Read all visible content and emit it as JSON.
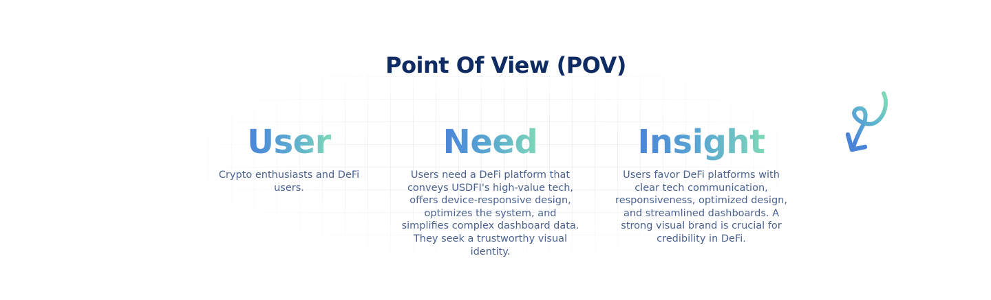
{
  "title": "Point Of View (POV)",
  "columns": [
    {
      "heading": "User",
      "text": "Crypto enthusiasts and DeFi users."
    },
    {
      "heading": "Need",
      "text": "Users need a DeFi platform that conveys USDFI's high-value tech, offers device-responsive design, optimizes the system, and simplifies complex dashboard data. They seek a trustworthy visual identity."
    },
    {
      "heading": "Insight",
      "text": "Users favor DeFi platforms with clear tech communication, responsiveness, optimized design, and streamlined dashboards. A strong visual brand is crucial for credibility in DeFi."
    }
  ],
  "decoration": {
    "icon": "curly-arrow-down-left-icon",
    "gradient_start": "#4a84d9",
    "gradient_end": "#7fd8b8"
  },
  "colors": {
    "title": "#0f2b63",
    "body_text": "#4b6291"
  }
}
